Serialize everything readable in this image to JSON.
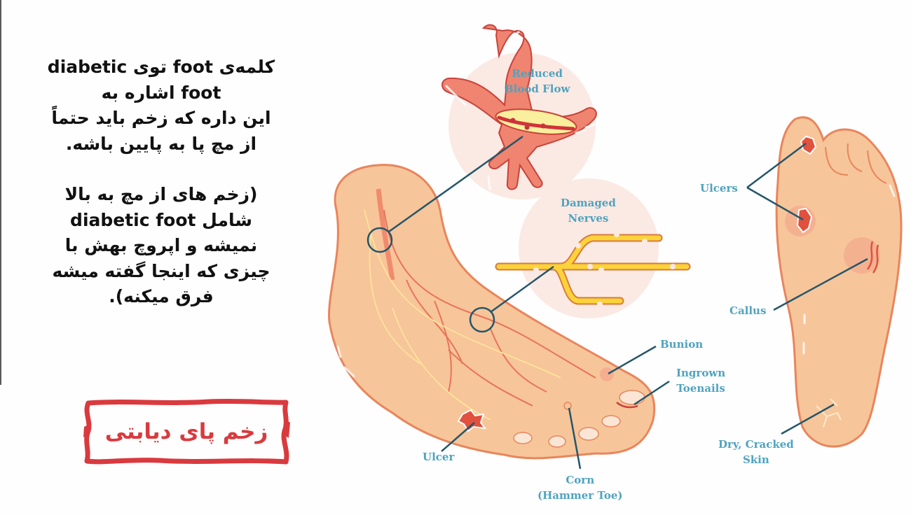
{
  "explanation": {
    "lines": [
      "کلمه‌ی foot توی diabetic",
      "foot اشاره به",
      "این داره که زخم باید حتماً",
      "از مچ پا به پایین باشه."
    ],
    "note_lines": [
      "(زخم های از مچ به بالا",
      "شامل diabetic foot",
      "نمیشه و اپروچ بهش با",
      "چیزی که اینجا گفته میشه",
      "فرق میکنه)."
    ]
  },
  "title_badge": {
    "label": "زخم پای دیابتی",
    "color": "#d93a3e"
  },
  "illustration": {
    "labels": {
      "reduced_blood_flow": [
        "Reduced",
        "Blood Flow"
      ],
      "damaged_nerves": [
        "Damaged",
        "Nerves"
      ],
      "bunion": "Bunion",
      "ingrown_toenails": [
        "Ingrown",
        "Toenails"
      ],
      "ulcer": "Ulcer",
      "corn": [
        "Corn",
        "(Hammer Toe)"
      ],
      "ulcers": "Ulcers",
      "callus": "Callus",
      "dry_cracked_skin": [
        "Dry, Cracked",
        "Skin"
      ]
    },
    "colors": {
      "label": "#4fa3bf",
      "skin": "#f7c59a",
      "skin_outline": "#e9855c",
      "vessel": "#ee7e68",
      "vessel_outline": "#c9423a",
      "nerve": "#fcd33b",
      "callout_bg": "#fbe9e3",
      "leader": "#24566a"
    }
  }
}
